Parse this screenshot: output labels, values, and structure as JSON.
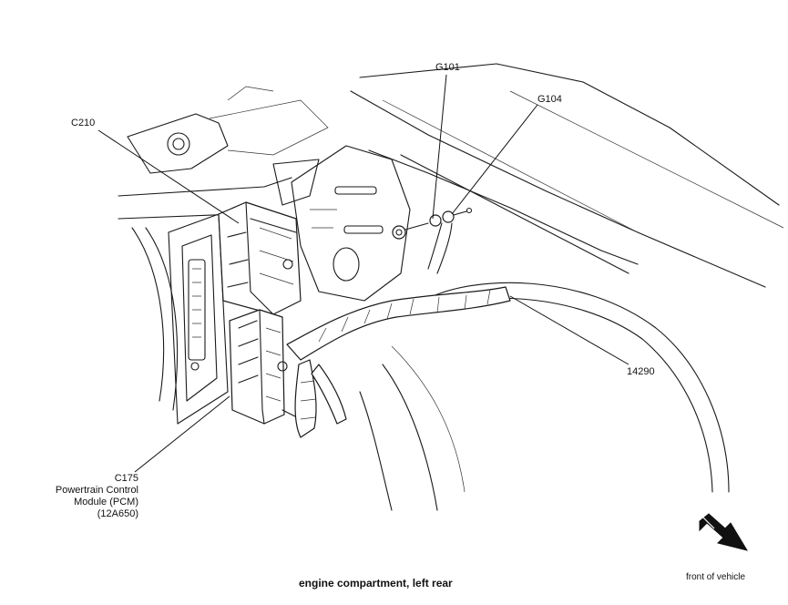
{
  "labels": {
    "g101": "G101",
    "g104": "G104",
    "c210": "C210",
    "n14290": "14290",
    "c175": "C175",
    "pcm_line1": "Powertrain Control",
    "pcm_line2": "Module (PCM)",
    "pcm_line3": "(12A650)"
  },
  "caption": "engine compartment, left rear",
  "front_of_vehicle": "front of vehicle",
  "icons": {
    "direction_arrow": "front-arrow-icon"
  }
}
